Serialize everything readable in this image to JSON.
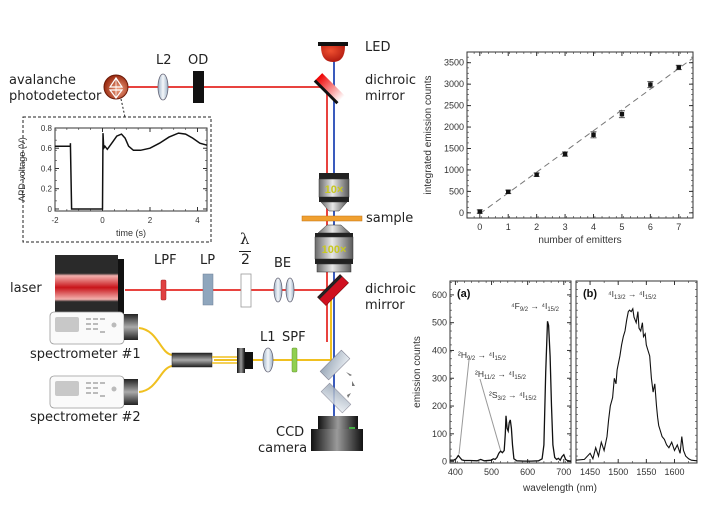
{
  "labels": {
    "led": "LED",
    "dichroic_top_1": "dichroic",
    "dichroic_top_2": "mirror",
    "l2": "L2",
    "od": "OD",
    "apd_1": "avalanche",
    "apd_2": "photodetector",
    "sample": "sample",
    "objective_top": "10×",
    "objective_bottom": "100×",
    "laser": "laser",
    "lpf": "LPF",
    "lp": "LP",
    "halfwave_num": "λ",
    "halfwave_den": "2",
    "be": "BE",
    "dichroic_bot_1": "dichroic",
    "dichroic_bot_2": "mirror",
    "spectrometer1": "spectrometer #1",
    "spectrometer2": "spectrometer #2",
    "l1": "L1",
    "spf": "SPF",
    "ccd_1": "CCD",
    "ccd_2": "camera"
  },
  "colors": {
    "laser_beam": "#e8433f",
    "led_beam": "#3a5bbd",
    "emission_beam": "#f0c020",
    "objective_text": "#c8c820"
  },
  "chart_data": [
    {
      "id": "apd-inset",
      "type": "line",
      "title": "",
      "xlabel": "time (s)",
      "ylabel": "APD voltage (V)",
      "xlim": [
        -2,
        4.4
      ],
      "ylim": [
        -0.02,
        0.8
      ],
      "xticks": [
        -2,
        0,
        2,
        4
      ],
      "yticks": [
        0,
        0.2,
        0.4,
        0.6,
        0.8
      ],
      "ytick_labels": [
        "0",
        "0.2",
        "0.4",
        "0.6",
        "0.8"
      ],
      "series": [
        {
          "name": "APD",
          "x": [
            -2,
            -1.35,
            -1.35,
            -1.3,
            0,
            0.02,
            0.05,
            0.1,
            0.2,
            0.3,
            0.45,
            0.6,
            0.8,
            0.95,
            1.1,
            1.3,
            1.6,
            2.0,
            2.4,
            2.8,
            3.2,
            3.5,
            3.8,
            4.1,
            4.4
          ],
          "y": [
            0.62,
            0.62,
            0.65,
            0.0,
            0.0,
            0.75,
            0.6,
            0.62,
            0.59,
            0.62,
            0.67,
            0.72,
            0.74,
            0.7,
            0.62,
            0.58,
            0.58,
            0.6,
            0.65,
            0.71,
            0.75,
            0.74,
            0.7,
            0.65,
            0.63
          ]
        }
      ]
    },
    {
      "id": "counts-vs-emitters",
      "type": "scatter",
      "title": "",
      "xlabel": "number of emitters",
      "ylabel": "integrated emission counts",
      "xlim": [
        -0.45,
        7.5
      ],
      "ylim": [
        -120,
        3750
      ],
      "xticks": [
        0,
        1,
        2,
        3,
        4,
        5,
        6,
        7
      ],
      "yticks": [
        0,
        500,
        1000,
        1500,
        2000,
        2500,
        3000,
        3500
      ],
      "series": [
        {
          "name": "data",
          "x": [
            0,
            1,
            2,
            3,
            4,
            5,
            6,
            7
          ],
          "y": [
            30,
            490,
            890,
            1370,
            1820,
            2300,
            2990,
            3390
          ],
          "yerr": [
            40,
            40,
            40,
            50,
            70,
            80,
            70,
            50
          ]
        },
        {
          "name": "linear fit",
          "style": "dashed",
          "x": [
            0,
            7.5
          ],
          "y": [
            -20,
            3610
          ]
        }
      ]
    },
    {
      "id": "spectrum-visible",
      "type": "line",
      "panel_label": "(a)",
      "xlabel": "wavelength (nm)",
      "ylabel": "emission counts",
      "xlim": [
        385,
        720
      ],
      "ylim": [
        -5,
        650
      ],
      "xticks": [
        400,
        500,
        600,
        700
      ],
      "yticks": [
        0,
        100,
        200,
        300,
        400,
        500,
        600
      ],
      "annotations": [
        {
          "text_main": "⁴F",
          "sub1": "9/2",
          "arrow": " → ",
          "text2": "⁴I",
          "sub2": "15/2",
          "target": [
            655,
            505
          ]
        },
        {
          "text_main": "²H",
          "sub1": "9/2",
          "arrow": " → ",
          "text2": "⁴I",
          "sub2": "15/2",
          "target": [
            410,
            20
          ]
        },
        {
          "text_main": "²H",
          "sub1": "11/2",
          "arrow": " → ",
          "text2": "⁴I",
          "sub2": "15/2",
          "target": [
            525,
            35
          ]
        },
        {
          "text_main": "²S",
          "sub1": "3/2",
          "arrow": " → ",
          "text2": "⁴I",
          "sub2": "15/2",
          "target": [
            545,
            160
          ]
        }
      ],
      "series": [
        {
          "name": "visible",
          "x": [
            385,
            395,
            402,
            408,
            412,
            418,
            425,
            440,
            460,
            470,
            480,
            500,
            505,
            510,
            515,
            520,
            525,
            530,
            535,
            538,
            540,
            543,
            546,
            549,
            552,
            555,
            558,
            562,
            570,
            590,
            610,
            630,
            640,
            645,
            650,
            655,
            658,
            662,
            666,
            670,
            675,
            680,
            685,
            690,
            695,
            700,
            705,
            710,
            720
          ],
          "y": [
            5,
            5,
            10,
            22,
            15,
            6,
            4,
            4,
            3,
            8,
            3,
            5,
            10,
            8,
            15,
            30,
            38,
            32,
            40,
            100,
            165,
            120,
            110,
            140,
            150,
            120,
            60,
            10,
            3,
            2,
            2,
            3,
            10,
            60,
            320,
            505,
            490,
            380,
            200,
            60,
            15,
            8,
            12,
            5,
            18,
            25,
            8,
            4,
            2
          ]
        }
      ]
    },
    {
      "id": "spectrum-ir",
      "type": "line",
      "panel_label": "(b)",
      "xlabel": "wavelength (nm)",
      "xlim": [
        1425,
        1640
      ],
      "ylim": [
        -5,
        650
      ],
      "xticks": [
        1450,
        1500,
        1550,
        1600
      ],
      "annotations": [
        {
          "text_main": "⁴I",
          "sub1": "13/2",
          "arrow": " → ",
          "text2": "⁴I",
          "sub2": "15/2"
        }
      ],
      "series": [
        {
          "name": "ir",
          "x": [
            1425,
            1440,
            1450,
            1455,
            1460,
            1465,
            1470,
            1475,
            1480,
            1483,
            1486,
            1490,
            1493,
            1496,
            1498,
            1500,
            1503,
            1506,
            1509,
            1512,
            1515,
            1518,
            1520,
            1523,
            1526,
            1528,
            1530,
            1532,
            1535,
            1537,
            1540,
            1543,
            1545,
            1548,
            1550,
            1553,
            1556,
            1559,
            1562,
            1565,
            1568,
            1570,
            1572,
            1575,
            1578,
            1582,
            1586,
            1590,
            1595,
            1600,
            1605,
            1610,
            1613,
            1616,
            1620,
            1625,
            1630,
            1640
          ],
          "y": [
            5,
            8,
            30,
            10,
            50,
            20,
            70,
            40,
            90,
            150,
            200,
            230,
            300,
            280,
            330,
            350,
            380,
            420,
            450,
            470,
            510,
            540,
            545,
            540,
            550,
            520,
            510,
            500,
            540,
            480,
            470,
            500,
            450,
            460,
            420,
            400,
            380,
            300,
            250,
            280,
            200,
            160,
            130,
            110,
            90,
            80,
            60,
            50,
            70,
            40,
            60,
            30,
            90,
            40,
            20,
            10,
            5,
            3
          ]
        }
      ]
    }
  ]
}
